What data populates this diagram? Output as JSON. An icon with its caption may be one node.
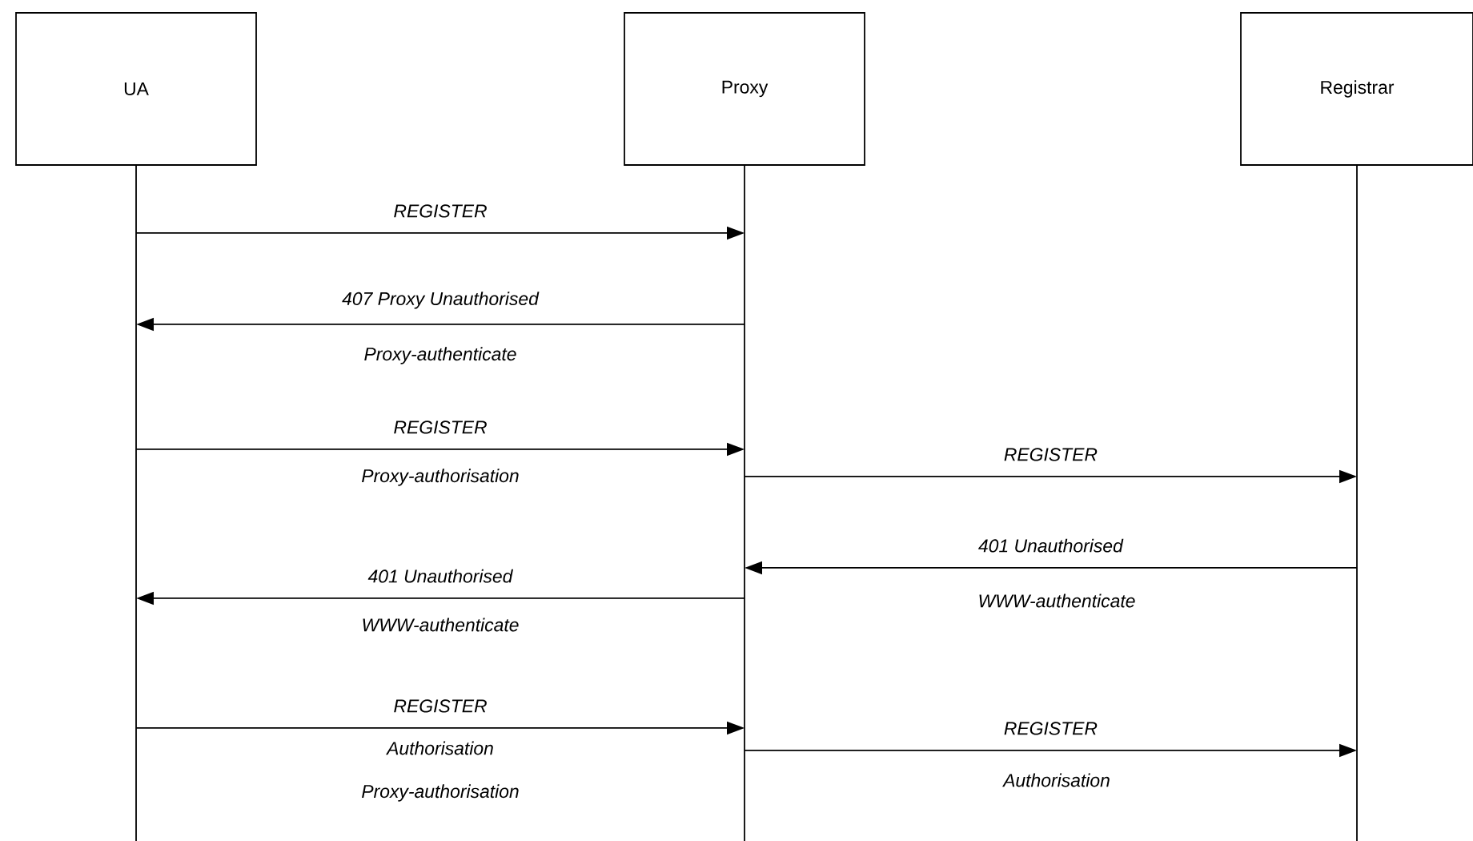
{
  "diagram": {
    "nodes": [
      {
        "text": [
          "UA"
        ]
      },
      {
        "text": [
          "Proxy"
        ]
      },
      {
        "text": [
          "Registrar"
        ]
      }
    ],
    "edges": [
      {
        "from": 0,
        "to": 1,
        "arrow": "to",
        "label": "REGISTER"
      },
      {
        "from": 1,
        "to": 0,
        "arrow": "to",
        "label": "407 Proxy Unauthorised"
      },
      {
        "from": 0,
        "to": 1,
        "arrow": "to",
        "label": "REGISTER"
      },
      {
        "from": 1,
        "to": 2,
        "arrow": "to",
        "label": "REGISTER"
      },
      {
        "from": 2,
        "to": 1,
        "arrow": "to",
        "label": "401 Unauthorised"
      },
      {
        "from": 1,
        "to": 0,
        "arrow": "to",
        "label": "401 Unauthorised"
      },
      {
        "from": 0,
        "to": 1,
        "arrow": "to",
        "label": "REGISTER"
      },
      {
        "from": 1,
        "to": 2,
        "arrow": "to",
        "label": "REGISTER"
      }
    ],
    "labels": [
      "Proxy-authenticate",
      "Proxy-authorisation",
      "WWW-authenticate",
      "WWW-authenticate",
      "Authorisation",
      "Authorisation",
      "Proxy-authorisation"
    ]
  }
}
